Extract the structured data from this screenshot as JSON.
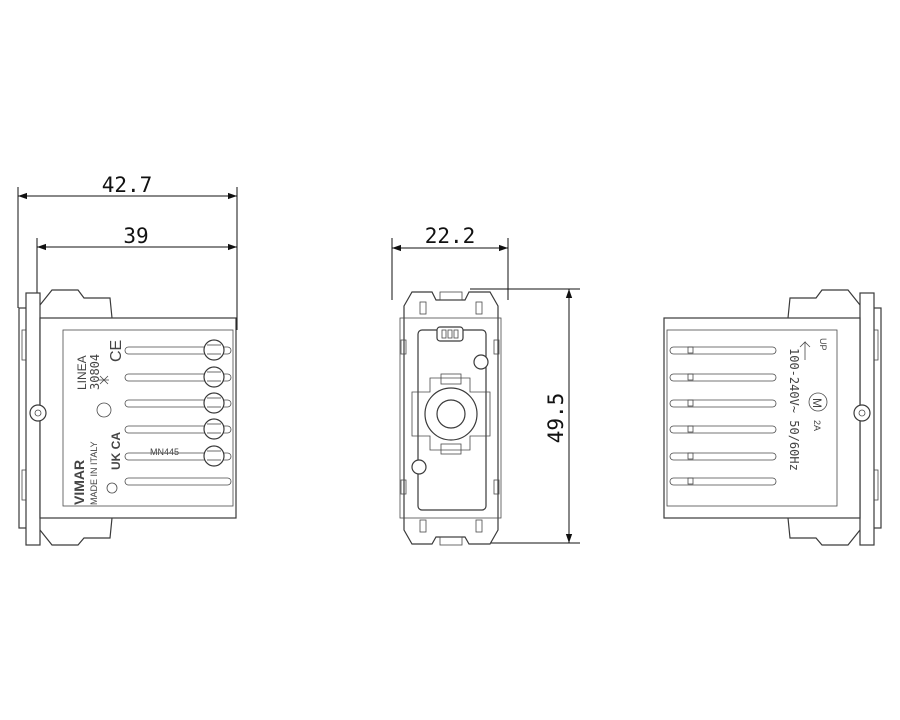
{
  "dimensions": {
    "overall_depth": "42.7",
    "body_depth": "39",
    "width": "22.2",
    "height": "49.5"
  },
  "left_view_markings": {
    "brand": "VIMAR",
    "line": "LINEA",
    "made_in": "MADE IN ITALY",
    "code": "30804",
    "uk_mark": "UK CA",
    "ce_mark": "CE",
    "tag": "MN445"
  },
  "right_view_markings": {
    "up_label": "UP",
    "voltage": "100-240V~ 50/60Hz",
    "module_letter": "M",
    "current": "2A"
  },
  "colors": {
    "line": "#3a3a3a",
    "dimension": "#111111",
    "background": "#ffffff"
  }
}
